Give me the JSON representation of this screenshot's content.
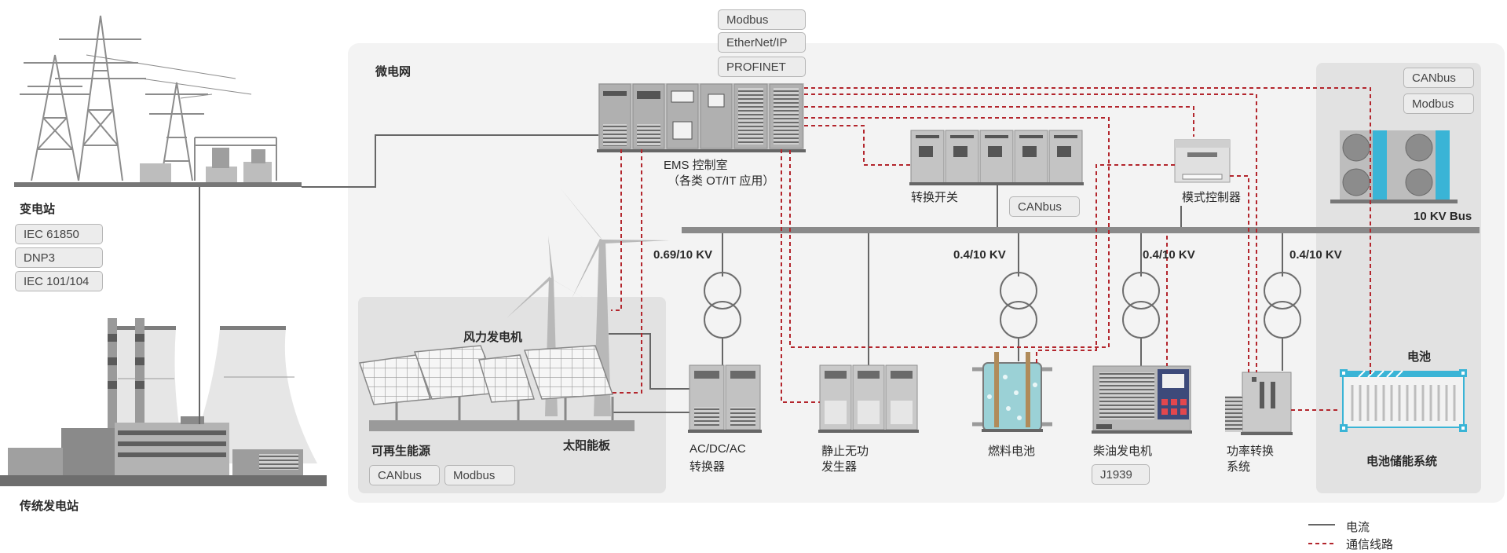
{
  "microgrid": {
    "title": "微电网"
  },
  "substation": {
    "label": "变电站",
    "protocols": [
      "IEC 61850",
      "DNP3",
      "IEC 101/104"
    ]
  },
  "traditional_plant": {
    "label": "传统发电站"
  },
  "ems": {
    "label_line1": "EMS 控制室",
    "label_line2": "（各类 OT/IT 应用）",
    "protocols": [
      "Modbus",
      "EtherNet/IP",
      "PROFINET"
    ]
  },
  "transfer_switch": {
    "label": "转换开关",
    "protocol": "CANbus"
  },
  "mode_controller": {
    "label": "模式控制器"
  },
  "battery_panel": {
    "protocols": [
      "CANbus",
      "Modbus"
    ],
    "bus_label": "10 KV Bus",
    "battery_label": "电池",
    "system_label": "电池储能系统"
  },
  "voltages": {
    "v1": "0.69/10 KV",
    "v2": "0.4/10 KV",
    "v3": "0.4/10 KV",
    "v4": "0.4/10 KV"
  },
  "renewables": {
    "label": "可再生能源",
    "wind_label": "风力发电机",
    "solar_label": "太阳能板",
    "protocols": [
      "CANbus",
      "Modbus"
    ]
  },
  "converter": {
    "line1": "AC/DC/AC",
    "line2": "转换器"
  },
  "svg_gen": {
    "line1": "静止无功",
    "line2": "发生器"
  },
  "fuel_cell": {
    "label": "燃料电池"
  },
  "diesel": {
    "label": "柴油发电机",
    "protocol": "J1939"
  },
  "pcs": {
    "line1": "功率转换",
    "line2": "系统"
  },
  "legend": {
    "current": "电流",
    "comm": "通信线路"
  },
  "colors": {
    "comm_line": "#b3262d",
    "power_line": "#666666",
    "bus": "#8a8a8a",
    "accent": "#3ab4d6",
    "panel_bg": "#f3f3f3",
    "subpanel_bg": "#e3e3e3"
  }
}
